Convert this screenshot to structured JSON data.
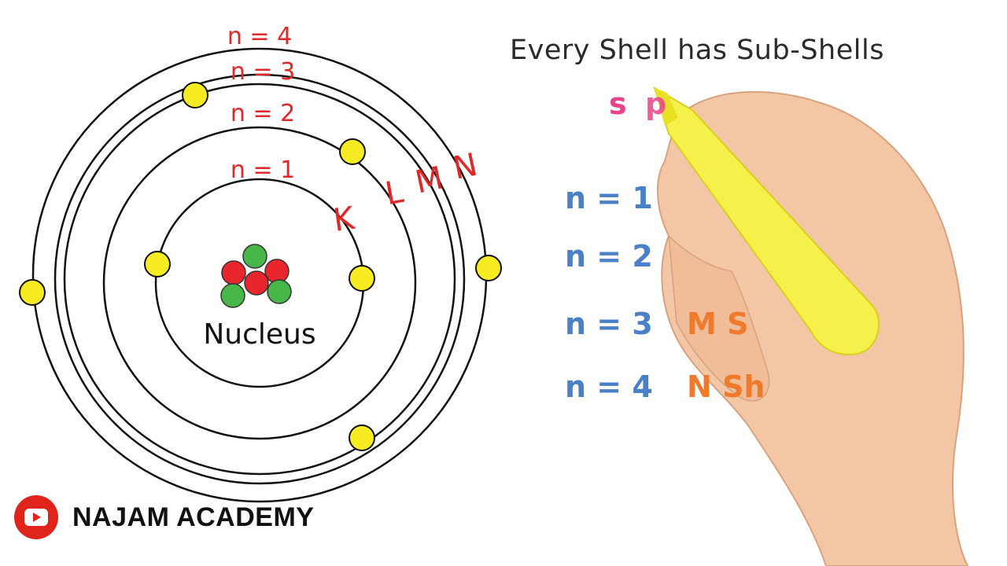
{
  "diagram": {
    "orbit_labels": [
      "n = 1",
      "n = 2",
      "n = 3",
      "n = 4"
    ],
    "shell_letters": [
      "K",
      "L",
      "M",
      "N"
    ],
    "nucleus_label": "Nucleus"
  },
  "panel": {
    "title": "Every Shell has Sub-Shells",
    "subshell_s": "s",
    "subshell_p": "p",
    "rows": [
      {
        "n": "n = 1",
        "shell": ""
      },
      {
        "n": "n = 2",
        "shell": ""
      },
      {
        "n": "n = 3",
        "shell": "M S"
      },
      {
        "n": "n = 4",
        "shell": "N Sh"
      }
    ]
  },
  "brand": {
    "name": "NAJAM ACADEMY"
  },
  "colors": {
    "orbit_label": "#e02828",
    "electron": "#f7ec22",
    "proton": "#e8262c",
    "neutron": "#46b649",
    "n_text": "#4a80c8",
    "shell_text": "#f07a2c",
    "s_color": "#e8438a",
    "highlighter": "#f6f14a"
  }
}
